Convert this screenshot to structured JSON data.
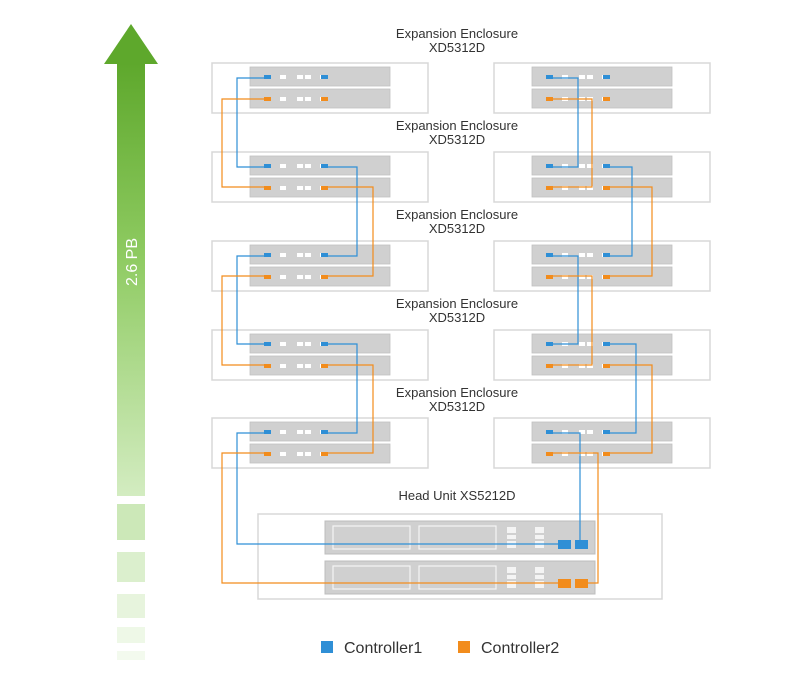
{
  "capacity_label": "2.6 PB",
  "enclosure_label_line1": "Expansion Enclosure",
  "enclosure_label_line2": "XD5312D",
  "head_unit_label": "Head Unit XS5212D",
  "legend": {
    "controller1": "Controller1",
    "controller2": "Controller2"
  },
  "colors": {
    "controller1": "#2f8fd6",
    "controller2": "#f28c1c",
    "arrow_top": "#5fad2c",
    "arrow_bottom": "#e8f4df",
    "chassis": "#d0d0d0",
    "enclosure_border": "#d8d8d8"
  }
}
